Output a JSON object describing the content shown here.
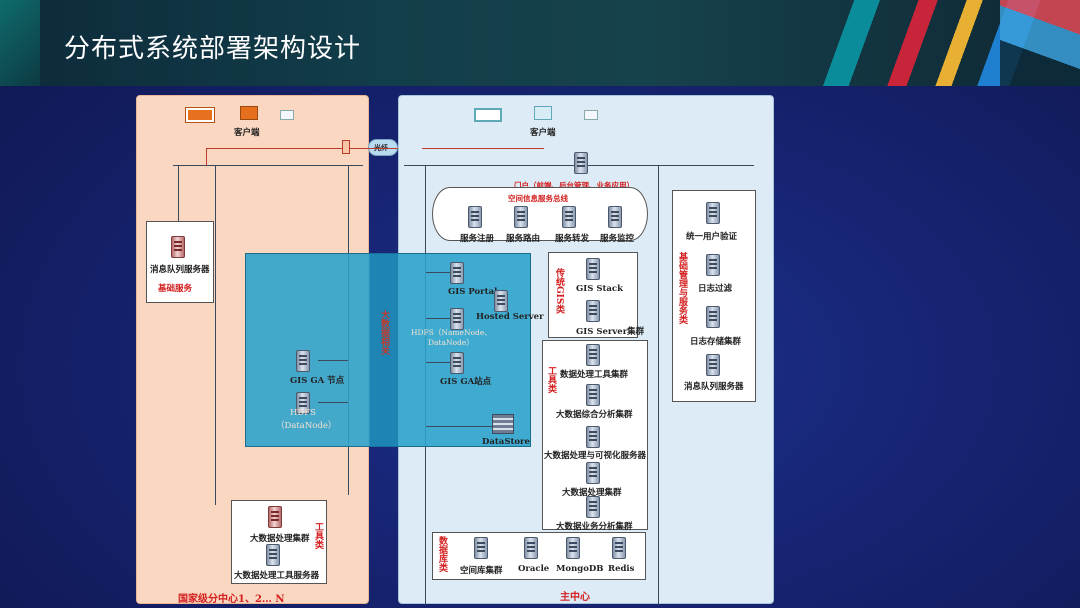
{
  "title": "分布式系统部署架构设计",
  "left_zone": {
    "client_label": "客户端",
    "mq_server": "消息队列服务器",
    "base_service": "基础服务",
    "gis_ga_node": "GIS GA 节点",
    "hdfs": "HDFS",
    "hdfs_data": "（DataNode）",
    "tool_cluster": "大数据处理集群",
    "tool_server": "大数据处理工具服务器",
    "tool_label": "工具类",
    "footer": "国家级分中心1、2… N"
  },
  "link": {
    "fiber": "光纤"
  },
  "center_overlay": {
    "vertical_label": "大数据相关"
  },
  "right_zone": {
    "client_label": "客户端",
    "portal_label": "门户（前端、后台管理、业务应用）",
    "bus_title": "空间信息服务总线",
    "bus_items": [
      "服务注册",
      "服务路由",
      "服务转发",
      "服务监控"
    ],
    "gis_portal": "GIS Portal",
    "hosted_server": "Hosted Server",
    "hdfs_line1": "HDFS（NameNode、",
    "hdfs_line2": "DataNode）",
    "gis_ga_site": "GIS GA站点",
    "datastore": "DataStore",
    "traditional_label": "传统GIS类",
    "gis_stack": "GIS Stack",
    "gis_server_cluster": "GIS Server集群",
    "tools_label": "工具类",
    "tools": [
      "数据处理工具集群",
      "大数据综合分析集群",
      "大数据处理与可视化服务器",
      "大数据处理集群",
      "大数据业务分析集群"
    ],
    "base_mgmt_label": "基础管理与服务类",
    "base_items": [
      "统一用户验证",
      "日志过滤",
      "日志存储集群",
      "消息队列服务器"
    ],
    "db_label": "数据库类",
    "db_items": [
      "空间库集群",
      "Oracle",
      "MongoDB",
      "Redis"
    ],
    "footer": "主中心"
  },
  "colors": {
    "left_panel": "#f9d7c0",
    "right_panel": "#dcebf5",
    "overlay": "#2aa2cc",
    "accent_red": "#d42020"
  }
}
